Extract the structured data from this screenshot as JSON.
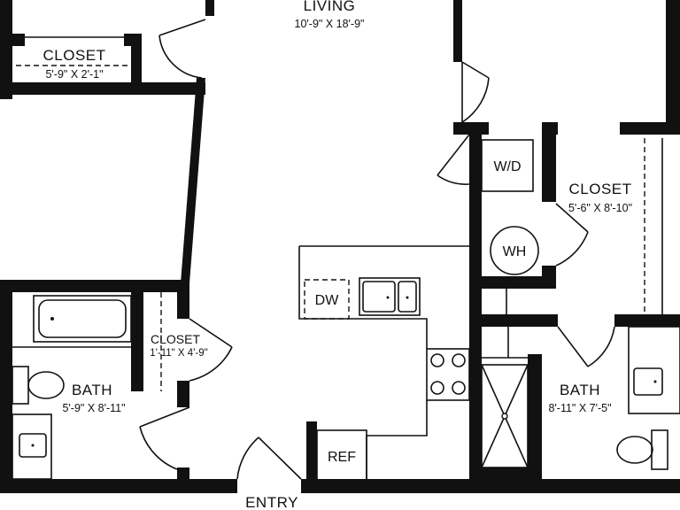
{
  "rooms": {
    "living": {
      "name": "LIVING",
      "size": "10'-9\" X 18'-9\""
    },
    "closet_top": {
      "name": "CLOSET",
      "size": "5'-9\" X 2'-1\""
    },
    "closet_right": {
      "name": "CLOSET",
      "size": "5'-6\" X 8'-10\""
    },
    "closet_small": {
      "name": "CLOSET",
      "size": "1'-11\" X 4'-9\""
    },
    "bath_left": {
      "name": "BATH",
      "size": "5'-9\" X 8'-11\""
    },
    "bath_right": {
      "name": "BATH",
      "size": "8'-11\" X 7'-5\""
    },
    "entry": {
      "name": "ENTRY"
    }
  },
  "appliances": {
    "washer_dryer": "W/D",
    "water_heater": "WH",
    "dishwasher": "DW",
    "refrigerator": "REF"
  }
}
